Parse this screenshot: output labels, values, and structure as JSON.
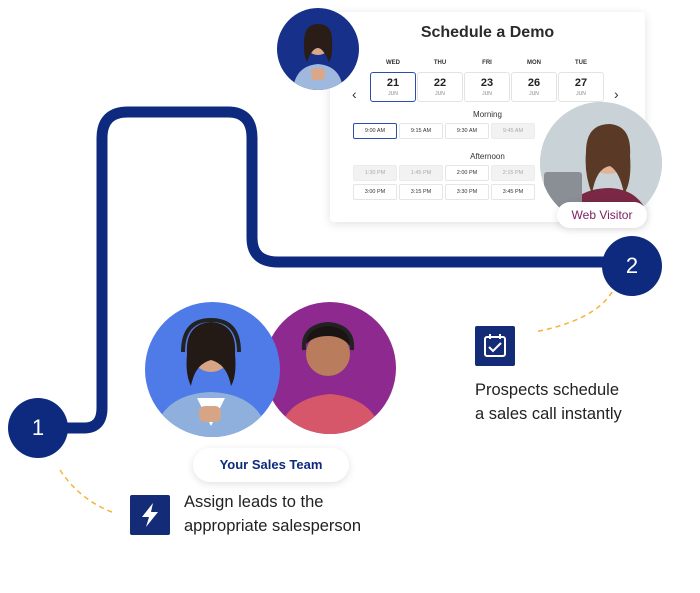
{
  "scheduler": {
    "title": "Schedule a Demo",
    "prev_icon": "chevron-left-icon",
    "next_icon": "chevron-right-icon",
    "days": [
      {
        "dow": "WED",
        "num": "21",
        "mon": "JUN",
        "selected": true
      },
      {
        "dow": "THU",
        "num": "22",
        "mon": "JUN",
        "selected": false
      },
      {
        "dow": "FRI",
        "num": "23",
        "mon": "JUN",
        "selected": false
      },
      {
        "dow": "MON",
        "num": "26",
        "mon": "JUN",
        "selected": false
      },
      {
        "dow": "TUE",
        "num": "27",
        "mon": "JUN",
        "selected": false
      }
    ],
    "morning_label": "Morning",
    "morning_slots": [
      {
        "time": "9:00 AM",
        "state": "selected"
      },
      {
        "time": "9:15 AM",
        "state": "available"
      },
      {
        "time": "9:30 AM",
        "state": "available"
      },
      {
        "time": "9:45 AM",
        "state": "disabled"
      }
    ],
    "afternoon_label": "Afternoon",
    "afternoon_slots": [
      {
        "time": "1:30 PM",
        "state": "disabled"
      },
      {
        "time": "1:45 PM",
        "state": "disabled"
      },
      {
        "time": "2:00 PM",
        "state": "available"
      },
      {
        "time": "2:15 PM",
        "state": "disabled"
      },
      {
        "time": "3:00 PM",
        "state": "available"
      },
      {
        "time": "3:15 PM",
        "state": "available"
      },
      {
        "time": "3:30 PM",
        "state": "available"
      },
      {
        "time": "3:45 PM",
        "state": "available"
      }
    ]
  },
  "web_visitor": {
    "label": "Web Visitor"
  },
  "sales_team": {
    "label": "Your Sales Team"
  },
  "steps": [
    {
      "number": "1",
      "icon": "lightning-bolt-icon",
      "text_line1": "Assign leads to the",
      "text_line2": "appropriate salesperson"
    },
    {
      "number": "2",
      "icon": "calendar-check-icon",
      "text_line1": "Prospects schedule",
      "text_line2": "a sales call instantly"
    }
  ],
  "colors": {
    "path": "#0d2a7e",
    "dashed": "#f3b43a",
    "web_visitor_text": "#7b1f5c",
    "sales_team_text": "#0d2a7e",
    "sales_bg_left": "#4f7be8",
    "sales_bg_right": "#8e2a8f"
  }
}
